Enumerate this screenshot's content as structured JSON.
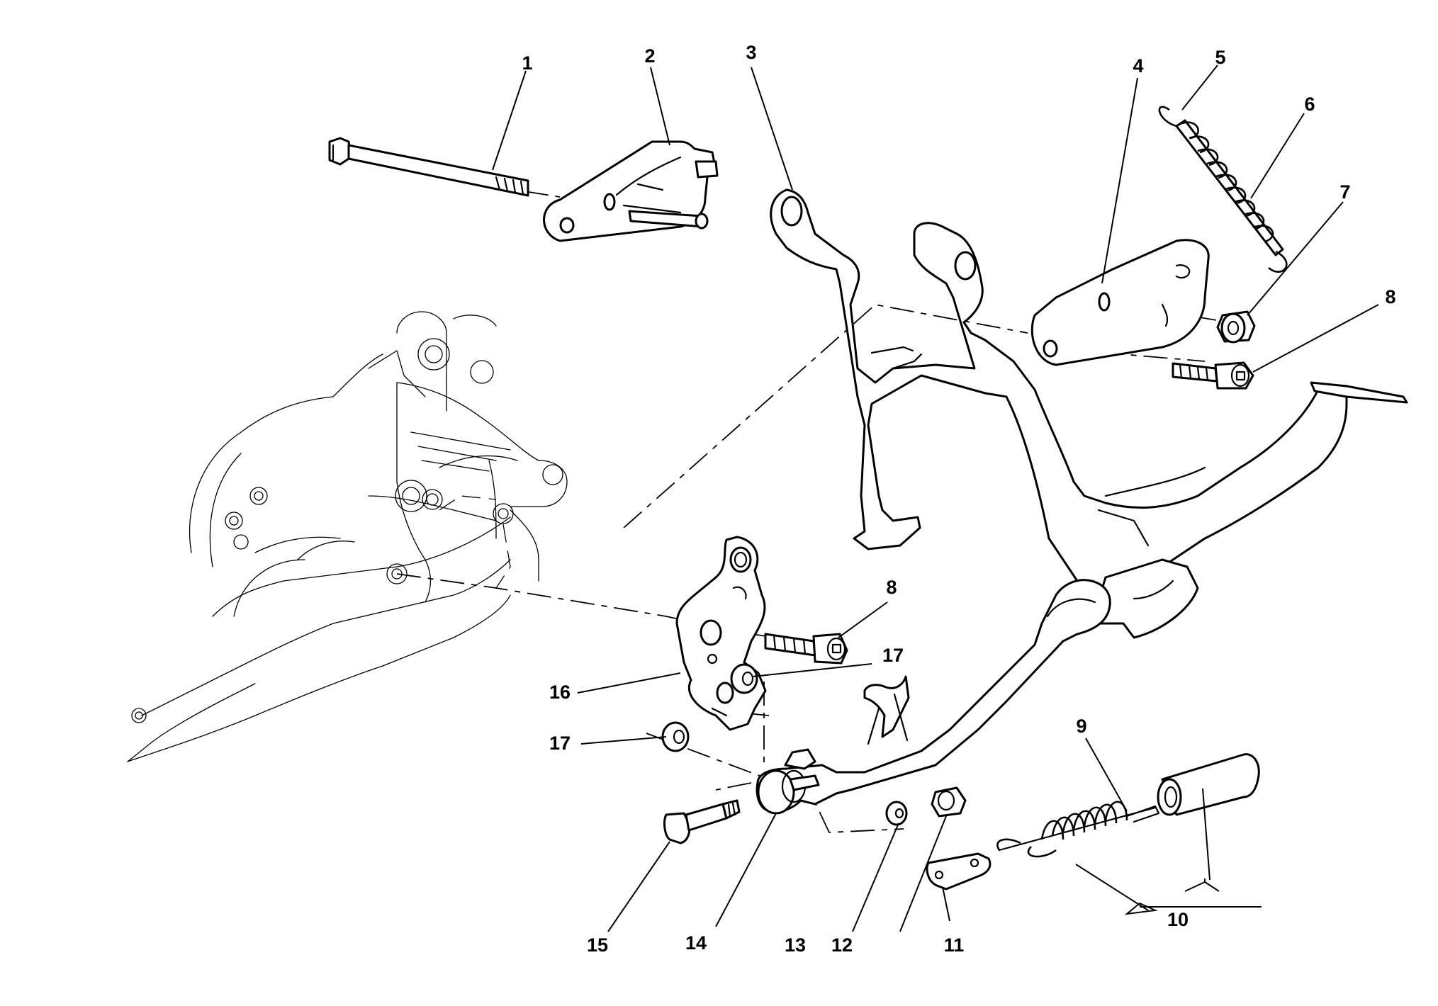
{
  "diagram": {
    "callouts": [
      {
        "id": "1",
        "label": "1"
      },
      {
        "id": "2",
        "label": "2"
      },
      {
        "id": "3",
        "label": "3"
      },
      {
        "id": "4",
        "label": "4"
      },
      {
        "id": "5",
        "label": "5"
      },
      {
        "id": "6",
        "label": "6"
      },
      {
        "id": "7",
        "label": "7"
      },
      {
        "id": "8a",
        "label": "8"
      },
      {
        "id": "8b",
        "label": "8"
      },
      {
        "id": "9",
        "label": "9"
      },
      {
        "id": "10",
        "label": "10"
      },
      {
        "id": "11",
        "label": "11"
      },
      {
        "id": "12",
        "label": "12"
      },
      {
        "id": "13",
        "label": "13"
      },
      {
        "id": "14",
        "label": "14"
      },
      {
        "id": "15",
        "label": "15"
      },
      {
        "id": "16",
        "label": "16"
      },
      {
        "id": "17a",
        "label": "17"
      },
      {
        "id": "17b",
        "label": "17"
      }
    ]
  }
}
